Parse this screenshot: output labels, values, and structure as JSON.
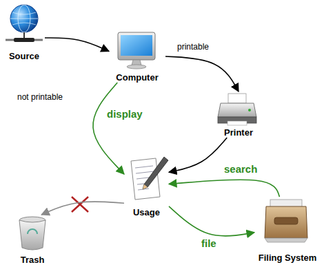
{
  "diagram": {
    "nodes": [
      {
        "text": [
          "Source"
        ]
      },
      {
        "text": [
          "Computer"
        ]
      },
      {
        "text": [
          "Printer"
        ]
      },
      {
        "text": [
          "Usage"
        ]
      },
      {
        "text": [
          "Filing System"
        ]
      },
      {
        "text": [
          "Trash"
        ]
      }
    ],
    "edges": [
      {
        "from": 0,
        "to": 1,
        "arrow": "to"
      },
      {
        "from": 1,
        "to": 2,
        "label": "printable",
        "arrow": "to"
      },
      {
        "from": 1,
        "to": 3,
        "label": "display",
        "arrow": "to"
      },
      {
        "from": 2,
        "to": 3,
        "arrow": "to"
      },
      {
        "from": 3,
        "to": 4,
        "label": "file",
        "arrow": "to"
      },
      {
        "from": 4,
        "to": 3,
        "label": "search",
        "arrow": "to"
      },
      {
        "from": 3,
        "to": 5,
        "arrow": "to"
      }
    ],
    "labels": [
      "not printable"
    ]
  }
}
